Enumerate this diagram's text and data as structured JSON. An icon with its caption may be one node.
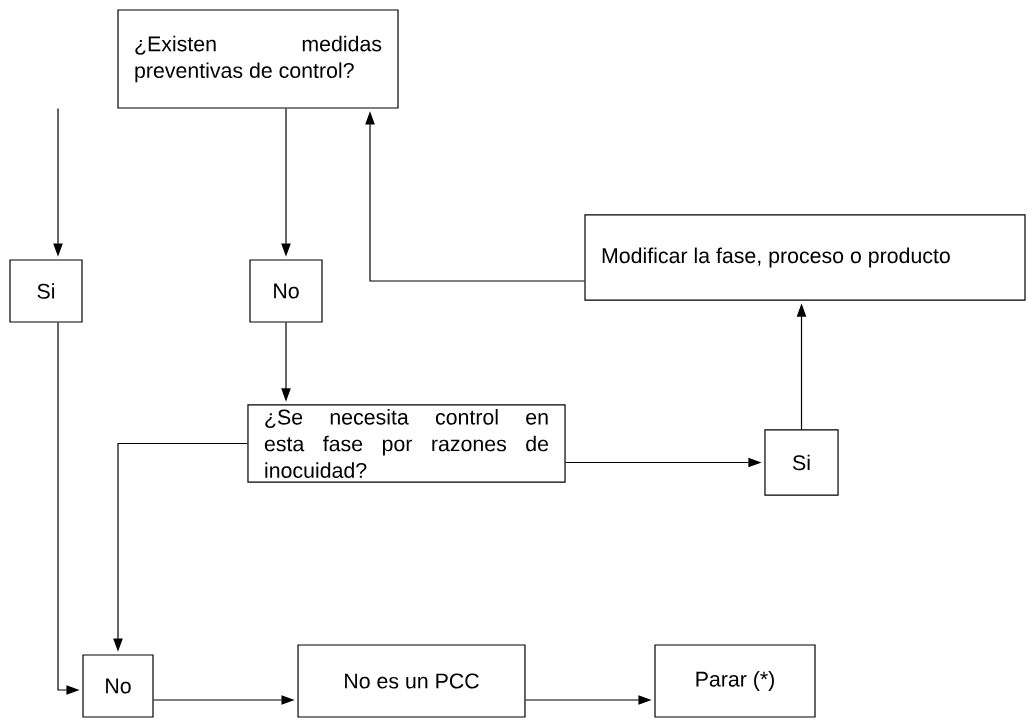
{
  "diagram": {
    "nodes": [
      {
        "text": [
          "¿Existen medidas preventivas de control?"
        ]
      },
      {
        "text": [
          "Si"
        ]
      },
      {
        "text": [
          "No"
        ]
      },
      {
        "text": [
          "Modificar la fase, proceso o producto"
        ]
      },
      {
        "text": [
          "¿Se necesita control en esta fase por razones de inocuidad?"
        ]
      },
      {
        "text": [
          "Si"
        ]
      },
      {
        "text": [
          "No"
        ]
      },
      {
        "text": [
          "No es un PCC"
        ]
      },
      {
        "text": [
          "Parar (*)"
        ]
      }
    ],
    "edges": [
      {
        "from": 0,
        "to": 1,
        "arrow": "to"
      },
      {
        "from": 0,
        "to": 2,
        "arrow": "to"
      },
      {
        "from": 3,
        "to": 0,
        "arrow": "to"
      },
      {
        "from": 2,
        "to": 4,
        "arrow": "to"
      },
      {
        "from": 4,
        "to": 5,
        "arrow": "to"
      },
      {
        "from": 5,
        "to": 3,
        "arrow": "to"
      },
      {
        "from": 1,
        "to": 6,
        "arrow": "to"
      },
      {
        "from": 4,
        "to": 6,
        "arrow": "to"
      },
      {
        "from": 6,
        "to": 7,
        "arrow": "to"
      },
      {
        "from": 7,
        "to": 8,
        "arrow": "to"
      }
    ]
  }
}
